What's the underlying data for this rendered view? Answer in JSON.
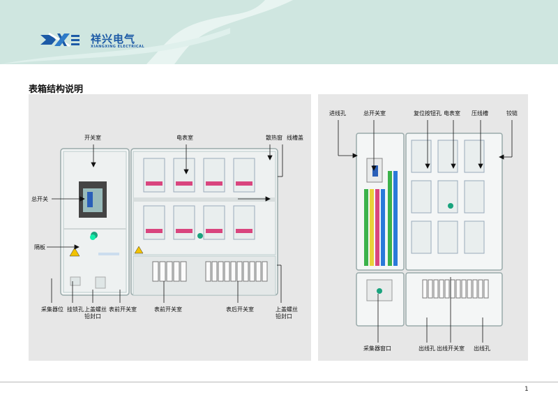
{
  "header": {
    "brand_cn": "祥兴电气",
    "brand_en": "XIANGXING ELECTRICAL",
    "colors": {
      "banner": "#cfe6e0",
      "brand": "#1c5aa6"
    }
  },
  "section_title": "表箱结构说明",
  "left_panel": {
    "labels": {
      "switch_room": "开关室",
      "meter_room": "电表室",
      "heat_window": "散热窗",
      "wire_slot_cover": "线槽盖",
      "main_switch": "总开关",
      "partition": "隔板",
      "collector_position": "采集器位",
      "lock_hole": "挂锁孔",
      "cover_screw_line1": "上盖螺丝",
      "cover_screw_line2": "铅封口",
      "front_switch_room_a": "表前开关室",
      "front_switch_room_b": "表前开关室",
      "rear_switch_room": "表后开关室",
      "cover_screw_right_line1": "上盖螺丝",
      "cover_screw_right_line2": "铅封口"
    }
  },
  "right_panel": {
    "labels": {
      "inlet_hole": "进线孔",
      "main_switch_room": "总开关室",
      "reset_hole": "复位按钮孔",
      "meter_room": "电表室",
      "pressure_slot": "压线槽",
      "hinge": "铰链",
      "collector_window": "采集器窗口",
      "outlet_hole_left": "出线孔",
      "outlet_switch_room": "出线开关室",
      "outlet_hole_right": "出线孔"
    }
  },
  "page_number": "1"
}
